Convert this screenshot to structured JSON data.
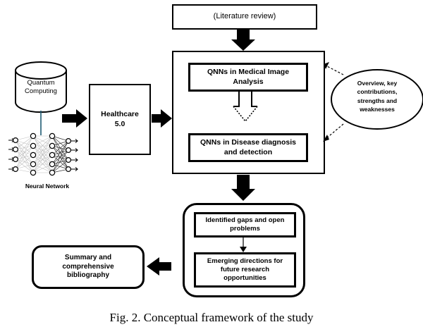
{
  "figure": {
    "caption": "Fig. 2. Conceptual framework of the study",
    "background_color": "#ffffff",
    "stroke_color": "#000000",
    "connector_color": "#1f5c73"
  },
  "nodes": {
    "literature_review": {
      "label": "(Literature review)"
    },
    "quantum_computing": {
      "label_line1": "Quantum",
      "label_line2": "Computing"
    },
    "neural_network": {
      "caption": "Neural Network"
    },
    "healthcare": {
      "label_line1": "Healthcare",
      "label_line2": "5.0"
    },
    "qnn_medical_image": {
      "label": "QNNs in Medical Image Analysis"
    },
    "qnn_disease": {
      "label": "QNNs in Disease diagnosis and detection"
    },
    "overview_ellipse": {
      "label": "Overview, key contributions, strengths and weaknesses"
    },
    "identified_gaps": {
      "label": "Identified gaps and open problems"
    },
    "emerging_directions": {
      "label": "Emerging directions for future research opportunities"
    },
    "summary": {
      "label": "Summary and comprehensive bibliography"
    }
  },
  "icons": {
    "cylinder": "database-cylinder-icon",
    "network": "neural-network-icon",
    "arrow_right": "arrow-right-icon",
    "arrow_down": "arrow-down-icon",
    "arrow_left": "arrow-left-icon",
    "arrow_hollow_down": "hollow-arrow-down-icon",
    "arrow_thin_down": "thin-arrow-down-icon",
    "arrow_dashed": "dashed-arrow-icon"
  }
}
